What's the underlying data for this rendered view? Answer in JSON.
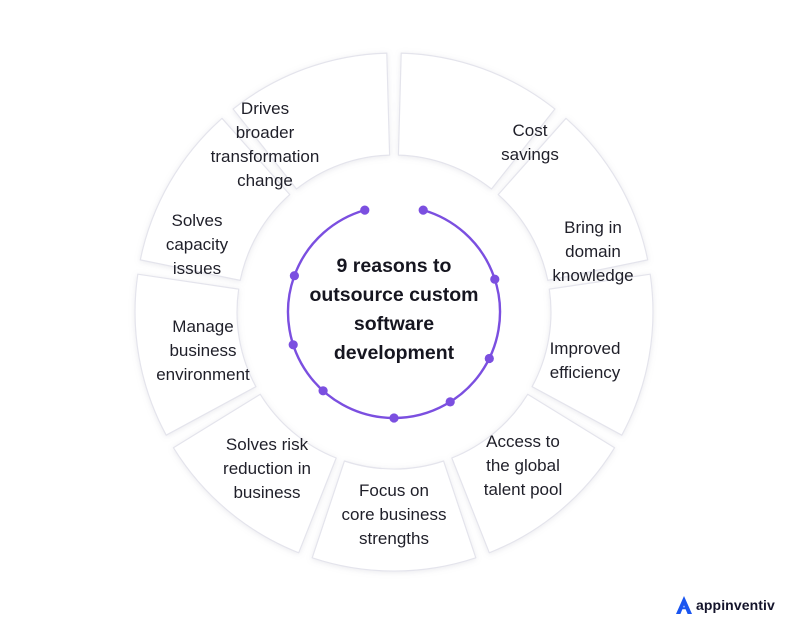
{
  "center": {
    "lines": [
      "9 reasons to",
      "outsource custom",
      "software",
      "development"
    ]
  },
  "segments": [
    {
      "lines": [
        "Cost",
        "savings"
      ]
    },
    {
      "lines": [
        "Bring in",
        "domain",
        "knowledge"
      ]
    },
    {
      "lines": [
        "Improved",
        "efficiency"
      ]
    },
    {
      "lines": [
        "Access to",
        "the global",
        "talent pool"
      ]
    },
    {
      "lines": [
        "Focus on",
        "core business",
        "strengths"
      ]
    },
    {
      "lines": [
        "Solves risk",
        "reduction in",
        "business"
      ]
    },
    {
      "lines": [
        "Manage",
        "business",
        "environment"
      ]
    },
    {
      "lines": [
        "Solves",
        "capacity",
        "issues"
      ]
    },
    {
      "lines": [
        "Drives",
        "broader",
        "transformation",
        "change"
      ]
    }
  ],
  "colors": {
    "accent": "#7b4fe0",
    "segment_fill": "#ffffff",
    "segment_stroke": "#e4e4ec"
  },
  "brand": {
    "name": "appinventiv",
    "icon": "appinventiv-logo-icon",
    "icon_color": "#1a55f0"
  }
}
